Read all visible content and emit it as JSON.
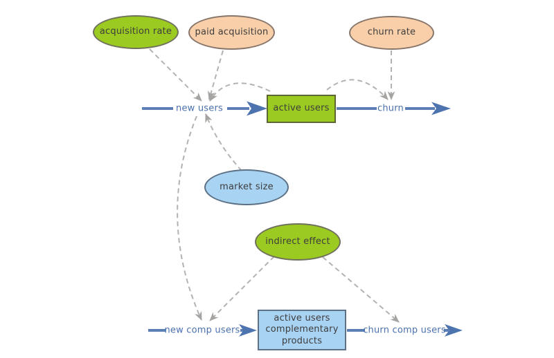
{
  "diagram": {
    "type": "stock-and-flow",
    "nodes": [
      {
        "id": "acquisition-rate",
        "label": "acquisition rate",
        "shape": "ellipse",
        "fill": "#9bca20"
      },
      {
        "id": "paid-acquisition",
        "label": "paid acquisition",
        "shape": "ellipse",
        "fill": "#f9cfa9"
      },
      {
        "id": "churn-rate",
        "label": "churn rate",
        "shape": "ellipse",
        "fill": "#f9cfa9"
      },
      {
        "id": "market-size",
        "label": "market size",
        "shape": "ellipse",
        "fill": "#a9d3f2"
      },
      {
        "id": "indirect-effect",
        "label": "indirect effect",
        "shape": "ellipse",
        "fill": "#9bca20"
      },
      {
        "id": "active-users",
        "label": "active users",
        "shape": "rect",
        "fill": "#9bca20"
      },
      {
        "id": "active-users-complementary-products",
        "label": "active users complementary products",
        "shape": "rect",
        "fill": "#a9d3f2"
      }
    ],
    "flows": [
      {
        "id": "new-users",
        "label": "new users"
      },
      {
        "id": "churn",
        "label": "churn"
      },
      {
        "id": "new-comp-users",
        "label": "new comp users"
      },
      {
        "id": "churn-comp-users",
        "label": "churn comp users"
      }
    ],
    "links": [
      {
        "from": "acquisition rate",
        "to": "new users",
        "style": "dashed"
      },
      {
        "from": "paid acquisition",
        "to": "new users",
        "style": "dashed"
      },
      {
        "from": "churn rate",
        "to": "churn",
        "style": "dashed"
      },
      {
        "from": "active users",
        "to": "new users",
        "style": "dashed-arc"
      },
      {
        "from": "active users",
        "to": "churn",
        "style": "dashed-arc"
      },
      {
        "from": "market size",
        "to": "new users",
        "style": "dashed"
      },
      {
        "from": "new users",
        "to": "new comp users",
        "style": "dashed-arc"
      },
      {
        "from": "indirect effect",
        "to": "new comp users",
        "style": "dashed"
      },
      {
        "from": "indirect effect",
        "to": "churn comp users",
        "style": "dashed"
      }
    ],
    "colors": {
      "background": "#ffffff",
      "flow_line": "#5b7eb5",
      "flow_arrow": "#4e74b0",
      "flow_text": "#4a70ae",
      "link_dashed": "#b3b2b0",
      "link_arrowhead": "#a5a4a2",
      "node_text": "#3d3d3d",
      "green_fill": "#9bca20",
      "peach_fill": "#f9cfa9",
      "blue_fill": "#a9d3f2"
    }
  }
}
